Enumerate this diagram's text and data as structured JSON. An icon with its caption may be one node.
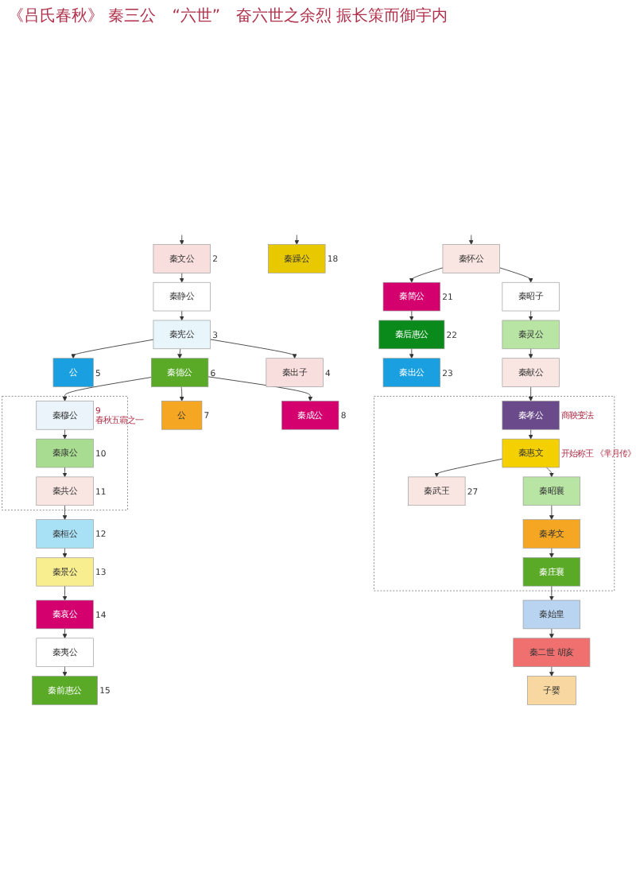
{
  "diagram": {
    "nodes": [
      {
        "text": [
          "秦文公"
        ],
        "beside": [
          "2"
        ]
      },
      {
        "text": [
          "秦静公"
        ]
      },
      {
        "text": [
          "秦宪公"
        ],
        "beside": [
          "3"
        ]
      },
      {
        "text": [
          "公"
        ],
        "beside": [
          "5"
        ]
      },
      {
        "text": [
          "秦德公"
        ],
        "beside": [
          "6"
        ]
      },
      {
        "text": [
          "秦出子"
        ],
        "beside": [
          "4"
        ]
      },
      {
        "text": [
          "公"
        ],
        "beside": [
          "7"
        ]
      },
      {
        "text": [
          "秦成公"
        ],
        "beside": [
          "8"
        ]
      },
      {
        "text": [],
        "shape": "box"
      },
      {
        "text": [
          "秦穆公"
        ],
        "in": 8,
        "beside": [
          "9",
          "春秋五霸之一"
        ]
      },
      {
        "text": [
          "秦康公"
        ],
        "in": 8,
        "beside": [
          "10"
        ]
      },
      {
        "text": [
          "秦共公"
        ],
        "in": 8,
        "beside": [
          "11"
        ]
      },
      {
        "text": [
          "秦桓公"
        ],
        "beside": [
          "12"
        ]
      },
      {
        "text": [
          "秦景公"
        ],
        "beside": [
          "13"
        ]
      },
      {
        "text": [
          "秦哀公"
        ],
        "beside": [
          "14"
        ]
      },
      {
        "text": [
          "秦夷公"
        ]
      },
      {
        "text": [
          "秦前惠公"
        ],
        "beside": [
          "15"
        ]
      },
      {
        "text": [
          "秦躁公"
        ],
        "beside": [
          "18"
        ]
      },
      {
        "text": [
          "秦怀公"
        ]
      },
      {
        "text": [
          "秦简公"
        ],
        "beside": [
          "21"
        ]
      },
      {
        "text": [
          "秦昭子"
        ]
      },
      {
        "text": [
          "秦后惠公"
        ],
        "beside": [
          "22"
        ]
      },
      {
        "text": [
          "秦灵公"
        ]
      },
      {
        "text": [
          "秦出公"
        ],
        "beside": [
          "23"
        ]
      },
      {
        "text": [
          "秦献公"
        ]
      },
      {
        "text": [],
        "shape": "box"
      },
      {
        "text": [
          "秦孝公"
        ],
        "in": 25,
        "beside": [
          "商鞅变法"
        ]
      },
      {
        "text": [
          "秦惠文"
        ],
        "in": 25,
        "beside": [
          "开始称王 《芈月传》"
        ]
      },
      {
        "text": [
          "秦武王"
        ],
        "in": 25,
        "beside": [
          "27"
        ]
      },
      {
        "text": [
          "秦昭襄"
        ],
        "in": 25
      },
      {
        "text": [
          "秦孝文"
        ],
        "in": 25
      },
      {
        "text": [
          "秦庄襄"
        ],
        "in": 25
      },
      {
        "text": [
          "秦始皇"
        ]
      },
      {
        "text": [
          "秦二世 胡亥"
        ]
      },
      {
        "text": [
          "子婴"
        ]
      }
    ],
    "edges": [
      {
        "from": null,
        "to": 0,
        "arrow": "to"
      },
      {
        "from": 0,
        "to": 1,
        "arrow": "to"
      },
      {
        "from": 1,
        "to": 2,
        "arrow": "to"
      },
      {
        "from": 2,
        "to": 3,
        "arrow": "to"
      },
      {
        "from": 2,
        "to": 4,
        "arrow": "to"
      },
      {
        "from": 2,
        "to": 5,
        "arrow": "to"
      },
      {
        "from": 4,
        "to": 6,
        "arrow": "to"
      },
      {
        "from": 4,
        "to": 7,
        "arrow": "to"
      },
      {
        "from": 4,
        "to": 9,
        "arrow": "to"
      },
      {
        "from": 9,
        "to": 10,
        "arrow": "to"
      },
      {
        "from": 10,
        "to": 11,
        "arrow": "to"
      },
      {
        "from": 11,
        "to": 12,
        "arrow": "to"
      },
      {
        "from": 12,
        "to": 13,
        "arrow": "to"
      },
      {
        "from": 13,
        "to": 14,
        "arrow": "to"
      },
      {
        "from": 14,
        "to": 15,
        "arrow": "to"
      },
      {
        "from": 15,
        "to": 16,
        "arrow": "to"
      },
      {
        "from": null,
        "to": 17,
        "arrow": "to"
      },
      {
        "from": null,
        "to": 18,
        "arrow": "to"
      },
      {
        "from": 18,
        "to": 19,
        "arrow": "to"
      },
      {
        "from": 18,
        "to": 20,
        "arrow": "to"
      },
      {
        "from": 19,
        "to": 21,
        "arrow": "to"
      },
      {
        "from": 21,
        "to": 23,
        "arrow": "to"
      },
      {
        "from": 20,
        "to": 22,
        "arrow": "to"
      },
      {
        "from": 22,
        "to": 24,
        "arrow": "to"
      },
      {
        "from": 24,
        "to": 26,
        "arrow": "to"
      },
      {
        "from": 26,
        "to": 27,
        "arrow": "to"
      },
      {
        "from": 27,
        "to": 28,
        "arrow": "to"
      },
      {
        "from": 27,
        "to": 29,
        "arrow": "to"
      },
      {
        "from": 29,
        "to": 30,
        "arrow": "to"
      },
      {
        "from": 30,
        "to": 31,
        "arrow": "to"
      },
      {
        "from": 31,
        "to": 32,
        "arrow": "to"
      },
      {
        "from": 32,
        "to": 33,
        "arrow": "to"
      },
      {
        "from": 33,
        "to": 34,
        "arrow": "to"
      }
    ],
    "labels": [
      "《吕氏春秋》 秦三公",
      "“六世”",
      "奋六世之余烈 振长策而御宇内"
    ]
  }
}
